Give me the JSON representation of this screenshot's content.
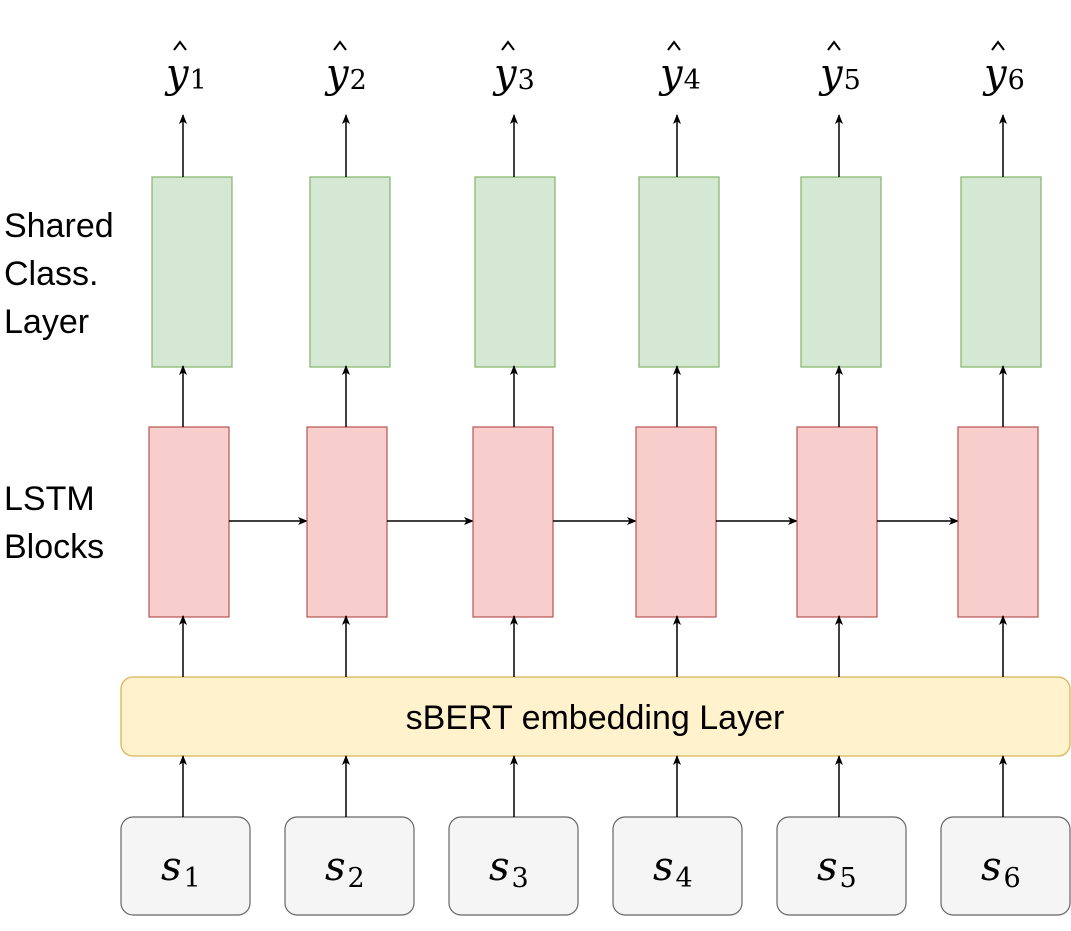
{
  "labels": {
    "classification_layer": [
      "Shared",
      "Class.",
      "Layer"
    ],
    "lstm_blocks": [
      "LSTM",
      "Blocks"
    ],
    "embedding_layer": "sBERT embedding Layer"
  },
  "outputs": [
    {
      "symbol": "y",
      "subscript": "1"
    },
    {
      "symbol": "y",
      "subscript": "2"
    },
    {
      "symbol": "y",
      "subscript": "3"
    },
    {
      "symbol": "y",
      "subscript": "4"
    },
    {
      "symbol": "y",
      "subscript": "5"
    },
    {
      "symbol": "y",
      "subscript": "6"
    }
  ],
  "inputs": [
    {
      "symbol": "s",
      "subscript": "1"
    },
    {
      "symbol": "s",
      "subscript": "2"
    },
    {
      "symbol": "s",
      "subscript": "3"
    },
    {
      "symbol": "s",
      "subscript": "4"
    },
    {
      "symbol": "s",
      "subscript": "5"
    },
    {
      "symbol": "s",
      "subscript": "6"
    }
  ],
  "colors": {
    "classification_fill": "#d5e8d4",
    "classification_stroke": "#82b366",
    "lstm_fill": "#f8cecc",
    "lstm_stroke": "#b85450",
    "embedding_fill": "#fff2cc",
    "embedding_stroke": "#d6b656",
    "input_fill": "#f5f5f5",
    "input_stroke": "#666666",
    "arrow": "#000000"
  }
}
